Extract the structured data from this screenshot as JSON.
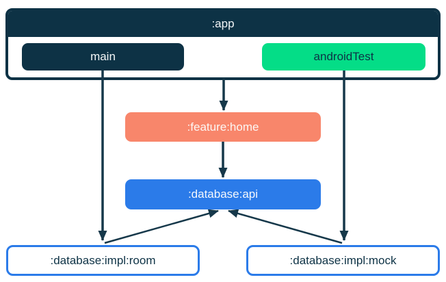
{
  "colors": {
    "navy": "#0D3245",
    "green": "#04DD87",
    "coral": "#F8866B",
    "blue": "#2B7BE9",
    "edge": "#16384A",
    "background": "#FFFFFF"
  },
  "nodes": {
    "app": {
      "label": ":app"
    },
    "main": {
      "label": "main"
    },
    "android_test": {
      "label": "androidTest"
    },
    "feature_home": {
      "label": ":feature:home"
    },
    "database_api": {
      "label": ":database:api"
    },
    "database_impl_room": {
      "label": ":database:impl:room"
    },
    "database_impl_mock": {
      "label": ":database:impl:mock"
    }
  },
  "edges": [
    {
      "from": ":app",
      "to": ":feature:home"
    },
    {
      "from": "main",
      "to": ":database:impl:room"
    },
    {
      "from": "androidTest",
      "to": ":database:impl:mock"
    },
    {
      "from": ":feature:home",
      "to": ":database:api"
    },
    {
      "from": ":database:impl:room",
      "to": ":database:api"
    },
    {
      "from": ":database:impl:mock",
      "to": ":database:api"
    }
  ]
}
